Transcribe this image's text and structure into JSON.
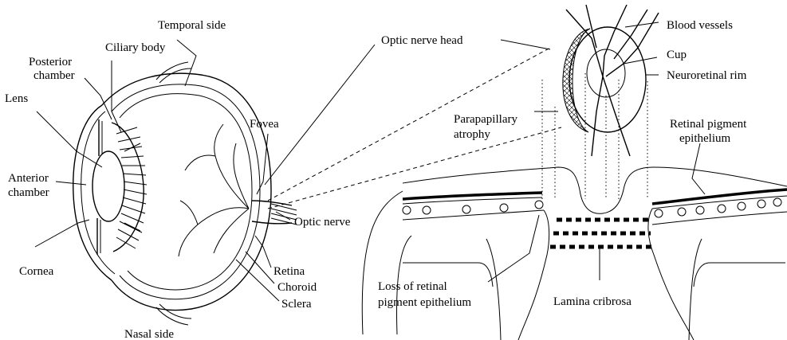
{
  "labels": {
    "temporal_side": "Temporal side",
    "ciliary_body": "Ciliary body",
    "posterior_chamber_1": "Posterior",
    "posterior_chamber_2": "chamber",
    "lens": "Lens",
    "anterior_chamber_1": "Anterior",
    "anterior_chamber_2": "chamber",
    "cornea": "Cornea",
    "nasal_side": "Nasal side",
    "fovea": "Fovea",
    "optic_nerve": "Optic nerve",
    "retina": "Retina",
    "choroid": "Choroid",
    "sclera": "Sclera",
    "optic_nerve_head": "Optic nerve head",
    "blood_vessels": "Blood vessels",
    "cup": "Cup",
    "neuroretinal_rim": "Neuroretinal rim",
    "parapapillary_atrophy_1": "Parapapillary",
    "parapapillary_atrophy_2": "atrophy",
    "retinal_pigment_epithelium_1": "Retinal pigment",
    "retinal_pigment_epithelium_2": "epithelium",
    "loss_rpe_1": "Loss of retinal",
    "loss_rpe_2": "pigment epithelium",
    "lamina_cribrosa": "Lamina cribrosa"
  }
}
